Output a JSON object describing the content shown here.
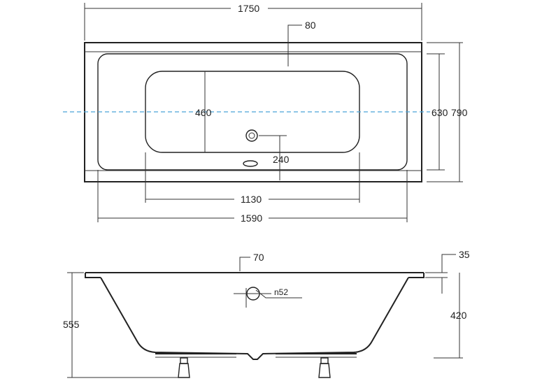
{
  "top_view": {
    "overall_length": "1750",
    "overall_width": "790",
    "rim_offset": "80",
    "inner_width": "630",
    "basin_width": "460",
    "basin_length": "1130",
    "inner_length": "1590",
    "drain_offset": "240"
  },
  "side_view": {
    "height_total": "555",
    "height_inner": "420",
    "rim_thickness": "35",
    "drain_offset": "70",
    "overflow_diameter": "n52"
  },
  "colors": {
    "lines": "#222222",
    "center_axis": "#4aa3d8"
  }
}
